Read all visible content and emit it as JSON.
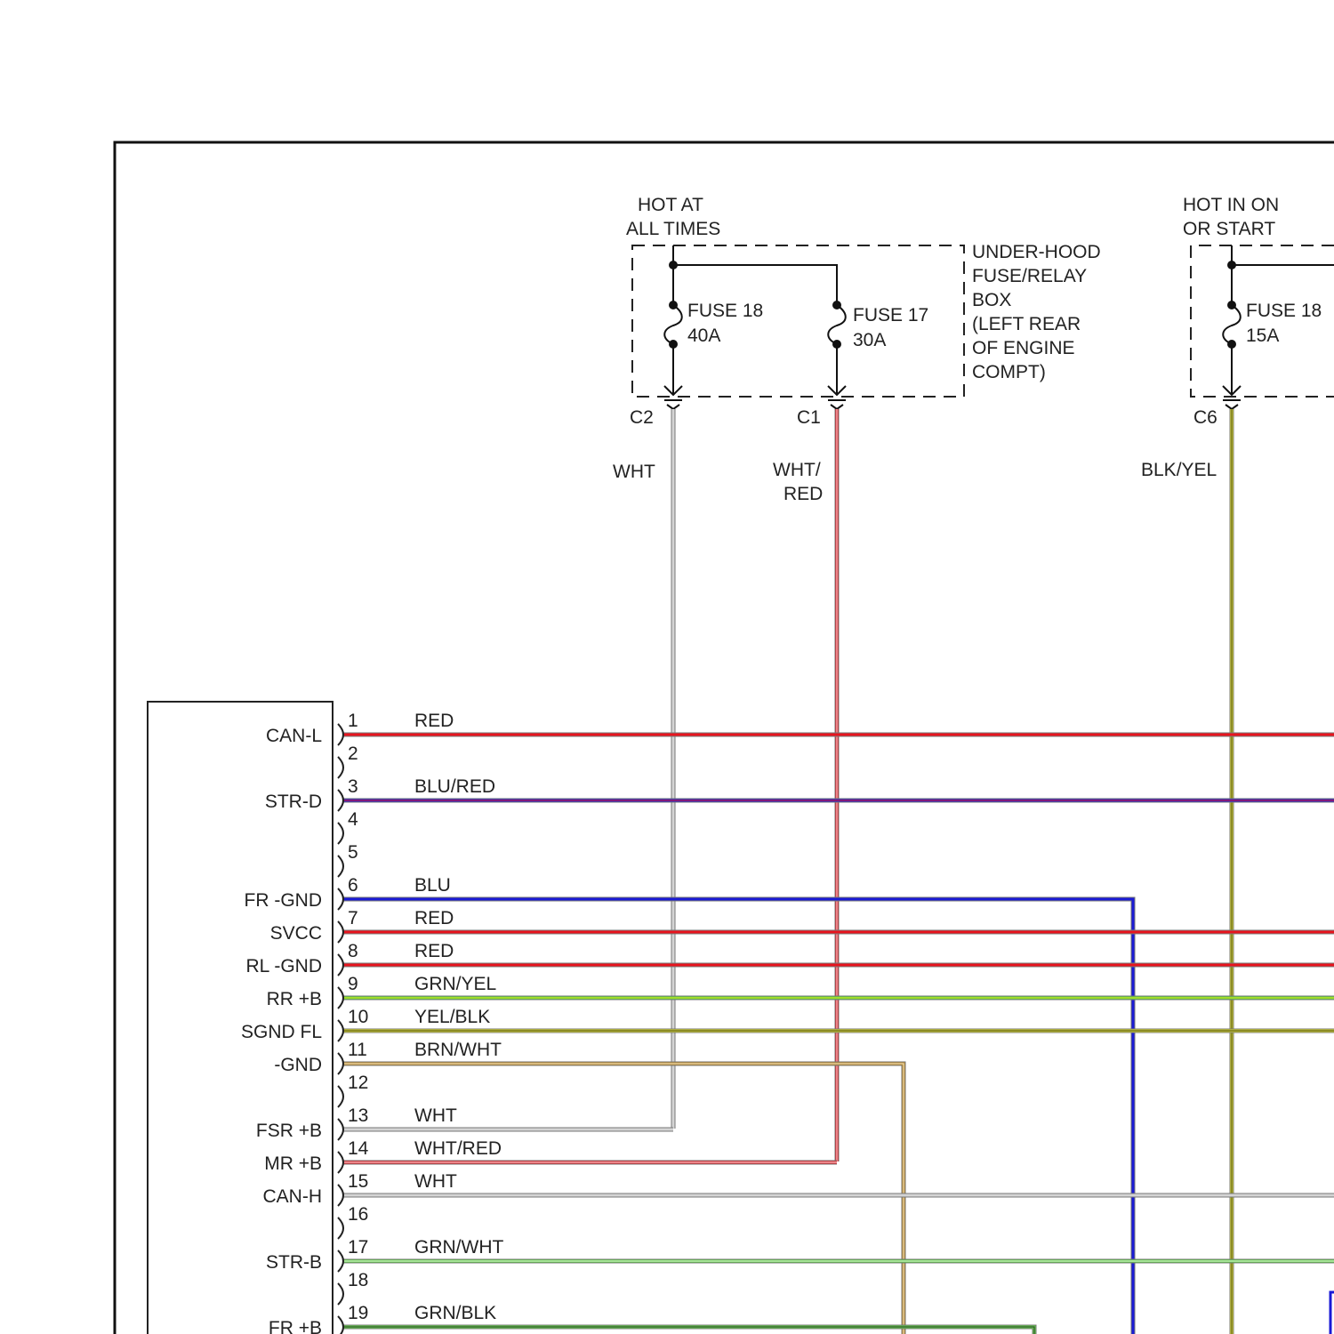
{
  "supplies": {
    "hot_at_all_times": {
      "line1": "HOT AT",
      "line2": "ALL TIMES"
    },
    "hot_in_on_or_start": {
      "line1": "HOT IN ON",
      "line2": "OR START"
    }
  },
  "fuse_box": {
    "label": [
      "UNDER-HOOD",
      "FUSE/RELAY",
      "BOX",
      "(LEFT REAR",
      "OF ENGINE",
      "COMPT)"
    ]
  },
  "fuses": [
    {
      "name": "FUSE 18",
      "rating": "40A",
      "connector": "C2",
      "wire": [
        "WHT"
      ]
    },
    {
      "name": "FUSE 17",
      "rating": "30A",
      "connector": "C1",
      "wire": [
        "WHT/",
        "RED"
      ]
    },
    {
      "name": "FUSE 18",
      "rating": "15A",
      "connector": "C6",
      "wire": [
        "BLK/YEL"
      ]
    }
  ],
  "module_pins": [
    {
      "pin": "1",
      "name": "CAN-L",
      "wire": "RED"
    },
    {
      "pin": "2",
      "name": "",
      "wire": ""
    },
    {
      "pin": "3",
      "name": "STR-D",
      "wire": "BLU/RED"
    },
    {
      "pin": "4",
      "name": "",
      "wire": ""
    },
    {
      "pin": "5",
      "name": "",
      "wire": ""
    },
    {
      "pin": "6",
      "name": "FR -GND",
      "wire": "BLU"
    },
    {
      "pin": "7",
      "name": "SVCC",
      "wire": "RED"
    },
    {
      "pin": "8",
      "name": "RL -GND",
      "wire": "RED"
    },
    {
      "pin": "9",
      "name": "RR +B",
      "wire": "GRN/YEL"
    },
    {
      "pin": "10",
      "name": "SGND FL",
      "wire": "YEL/BLK"
    },
    {
      "pin": "11",
      "name": "-GND",
      "wire": "BRN/WHT"
    },
    {
      "pin": "12",
      "name": "",
      "wire": ""
    },
    {
      "pin": "13",
      "name": "FSR +B",
      "wire": "WHT"
    },
    {
      "pin": "14",
      "name": "MR +B",
      "wire": "WHT/RED"
    },
    {
      "pin": "15",
      "name": "CAN-H",
      "wire": "WHT"
    },
    {
      "pin": "16",
      "name": "",
      "wire": ""
    },
    {
      "pin": "17",
      "name": "STR-B",
      "wire": "GRN/WHT"
    },
    {
      "pin": "18",
      "name": "",
      "wire": ""
    },
    {
      "pin": "19",
      "name": "FR +B",
      "wire": "GRN/BLK"
    }
  ],
  "colors": {
    "frame": "#111111",
    "wht": "#d4d4d4",
    "red": "#e8141e",
    "blu": "#1a1ad6",
    "grn": "#5ad43c",
    "yel": "#e6e61a",
    "brn": "#c08c2a",
    "blk_yel": "#6a6a2a"
  }
}
